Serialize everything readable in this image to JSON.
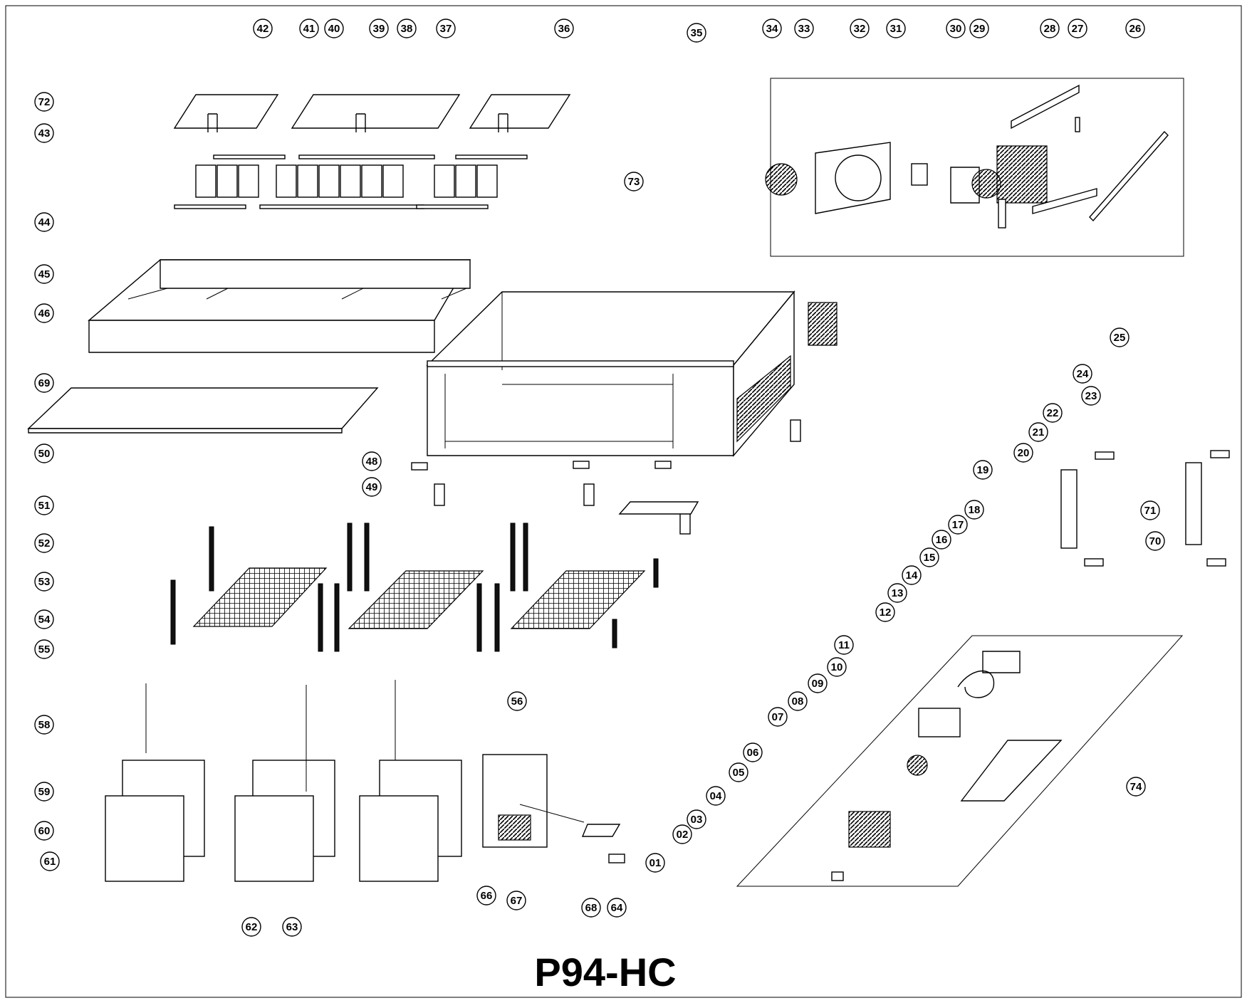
{
  "title": "P94-HC",
  "callouts": [
    "01",
    "02",
    "03",
    "04",
    "05",
    "06",
    "07",
    "08",
    "09",
    "10",
    "11",
    "12",
    "13",
    "14",
    "15",
    "16",
    "17",
    "18",
    "19",
    "20",
    "21",
    "22",
    "23",
    "24",
    "25",
    "26",
    "27",
    "28",
    "29",
    "30",
    "31",
    "32",
    "33",
    "34",
    "35",
    "36",
    "37",
    "38",
    "39",
    "40",
    "41",
    "42",
    "43",
    "44",
    "45",
    "46",
    "48",
    "49",
    "50",
    "51",
    "52",
    "53",
    "54",
    "55",
    "56",
    "58",
    "59",
    "60",
    "61",
    "62",
    "63",
    "64",
    "66",
    "67",
    "68",
    "69",
    "70",
    "71",
    "72",
    "73",
    "74"
  ]
}
